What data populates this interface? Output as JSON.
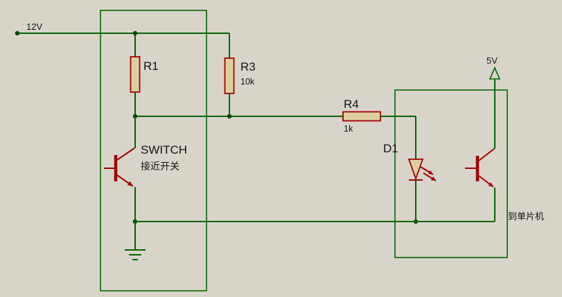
{
  "colors": {
    "background": "#d8d4ca",
    "wire": "#006600",
    "component": "#a00000",
    "resistor-fill": "#decfa0",
    "junction": "#004400",
    "text": "#141414"
  },
  "schematic": {
    "power_12v": "12V",
    "power_5v": "5V",
    "r1_ref": "R1",
    "r3_ref": "R3",
    "r3_value": "10k",
    "r4_ref": "R4",
    "r4_value": "1k",
    "switch_ref": "SWITCH",
    "switch_note": "接近开关",
    "d1_ref": "D1",
    "output_note": "到单片机"
  }
}
